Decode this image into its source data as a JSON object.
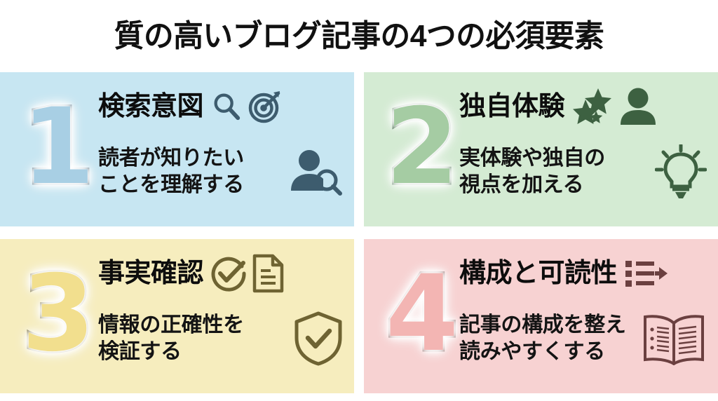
{
  "title": "質の高いブログ記事の4つの必須要素",
  "panels": [
    {
      "number": "1",
      "heading": "検索意図",
      "description": "読者が知りたい\nことを理解する",
      "bg_color": "#c7e6f2",
      "number_fill": "#a8cfe4",
      "number_stroke": "#3f5d70",
      "icon_color": "#3d5c6e",
      "heading_icons": [
        "search-icon",
        "target-icon"
      ],
      "desc_icon": "person-search-icon"
    },
    {
      "number": "2",
      "heading": "独自体験",
      "description": "実体験や独自の\n視点を加える",
      "bg_color": "#d4ebd3",
      "number_fill": "#a5cca3",
      "number_stroke": "#3a6140",
      "icon_color": "#3d6141",
      "heading_icons": [
        "stars-icon",
        "person-icon"
      ],
      "desc_icon": "lightbulb-icon"
    },
    {
      "number": "3",
      "heading": "事実確認",
      "description": "情報の正確性を\n検証する",
      "bg_color": "#f6edbe",
      "number_fill": "#f2df8e",
      "number_stroke": "#6e6332",
      "icon_color": "#6e6332",
      "heading_icons": [
        "check-circle-icon",
        "document-icon"
      ],
      "desc_icon": "shield-check-icon"
    },
    {
      "number": "4",
      "heading": "構成と可読性",
      "description": "記事の構成を整え\n読みやすくする",
      "bg_color": "#f7d2d2",
      "number_fill": "#f3b5b3",
      "number_stroke": "#70413f",
      "icon_color": "#6b4040",
      "heading_icons": [
        "list-arrow-icon"
      ],
      "desc_icon": "open-book-icon"
    }
  ]
}
